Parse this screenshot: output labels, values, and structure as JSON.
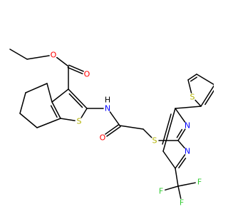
{
  "molecule": {
    "colors": {
      "bond": "#000000",
      "oxygen": "#ff0000",
      "nitrogen": "#0000ff",
      "sulfur": "#b3b300",
      "fluorine": "#33cc33",
      "hydrogen": "#000000"
    },
    "labels": {
      "o_ester_single": "O",
      "o_ester_double": "O",
      "s_thiophene_fused": "S",
      "n_amide": "N",
      "h_amide": "H",
      "o_amide": "O",
      "s_thioether": "S",
      "n_pyrimidine_upper": "N",
      "n_pyrimidine_lower": "N",
      "s_thiophene_ring": "S",
      "f_1": "F",
      "f_2": "F",
      "f_3": "F"
    }
  }
}
